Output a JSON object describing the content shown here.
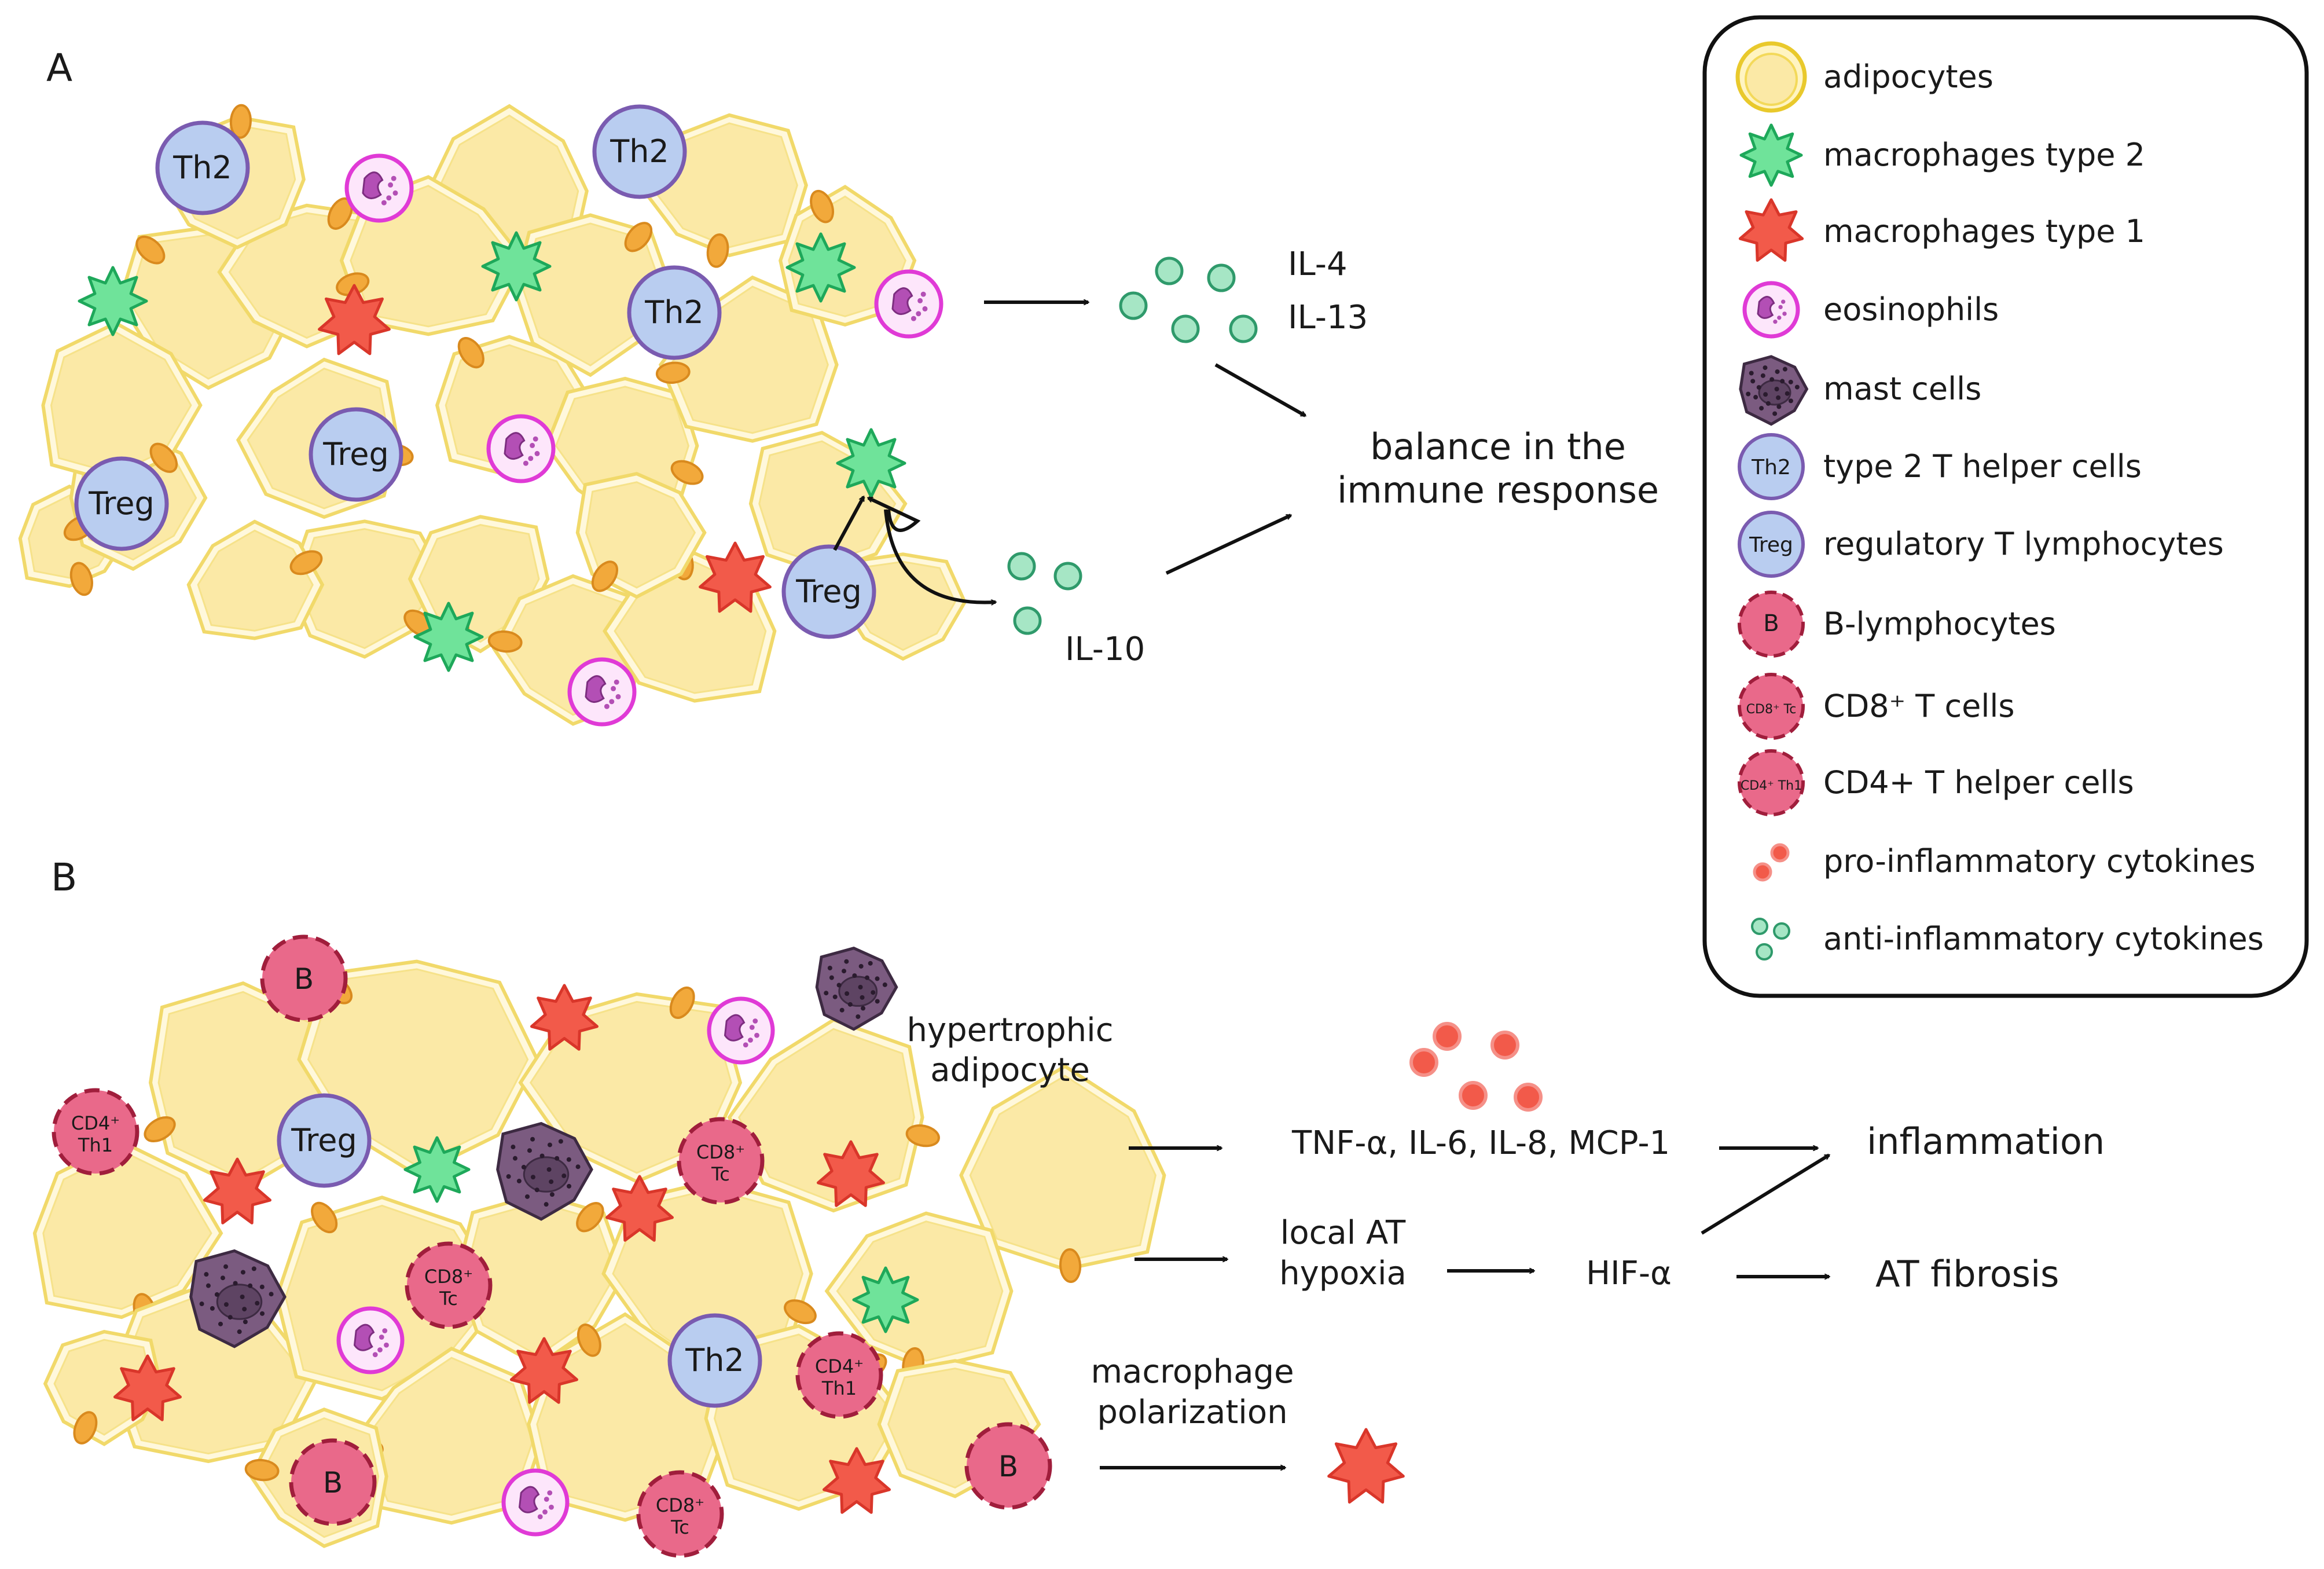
{
  "panel_a": {
    "label": "A",
    "cytokines_top": [
      "IL-4",
      "IL-13"
    ],
    "cytokine_bottom": "IL-10",
    "outcome": [
      "balance in the",
      "immune response"
    ],
    "cell_th2": "Th2",
    "cell_treg": "Treg"
  },
  "panel_b": {
    "label": "B",
    "hypertrophic": [
      "hypertrophic",
      "adipocyte"
    ],
    "cytokine_list": "TNF-α, IL-6, IL-8, MCP-1",
    "hypoxia": [
      "local AT",
      "hypoxia"
    ],
    "hif": "HIF-α",
    "inflammation": "inflammation",
    "fibrosis": "AT fibrosis",
    "polarization": [
      "macrophage",
      "polarization"
    ],
    "cell_b": "B",
    "cell_cd8": [
      "CD8⁺",
      "Tc"
    ],
    "cell_cd4": [
      "CD4⁺",
      "Th1"
    ]
  },
  "legend": {
    "items": [
      {
        "icon": "adipocyte-icon",
        "label": "adipocytes"
      },
      {
        "icon": "macrophage-type2-icon",
        "label": "macrophages type 2"
      },
      {
        "icon": "macrophage-type1-icon",
        "label": "macrophages type 1"
      },
      {
        "icon": "eosinophil-icon",
        "label": "eosinophils"
      },
      {
        "icon": "mast-cell-icon",
        "label": "mast cells"
      },
      {
        "icon": "th2-cell-icon",
        "label": "type 2 T helper cells",
        "badge": "Th2"
      },
      {
        "icon": "treg-cell-icon",
        "label": "regulatory T lymphocytes",
        "badge": "Treg"
      },
      {
        "icon": "b-lymphocyte-icon",
        "label": "B-lymphocytes",
        "badge": "B"
      },
      {
        "icon": "cd8-cell-icon",
        "label": "CD8⁺ T cells",
        "badge": "CD8⁺ Tc"
      },
      {
        "icon": "cd4-cell-icon",
        "label": "CD4+ T helper cells",
        "badge": "CD4⁺ Th1"
      },
      {
        "icon": "pro-cytokine-icon",
        "label": "pro-inflammatory cytokines"
      },
      {
        "icon": "anti-cytokine-icon",
        "label": "anti-inflammatory cytokines"
      }
    ]
  },
  "colors": {
    "adipocyte_fill": "#fbe9a6",
    "adipocyte_stroke": "#f1d96a",
    "nucleus": "#f2a93b",
    "m2": "#6fe39a",
    "m1": "#f25a4a",
    "eosinophil": "#e03ad6",
    "mast": "#7b5b80",
    "t_cell": "#b9cdf0",
    "b_cell": "#e9698a",
    "pro_cytokine": "#f25a4a",
    "anti_cytokine": "#a6e6c5"
  }
}
